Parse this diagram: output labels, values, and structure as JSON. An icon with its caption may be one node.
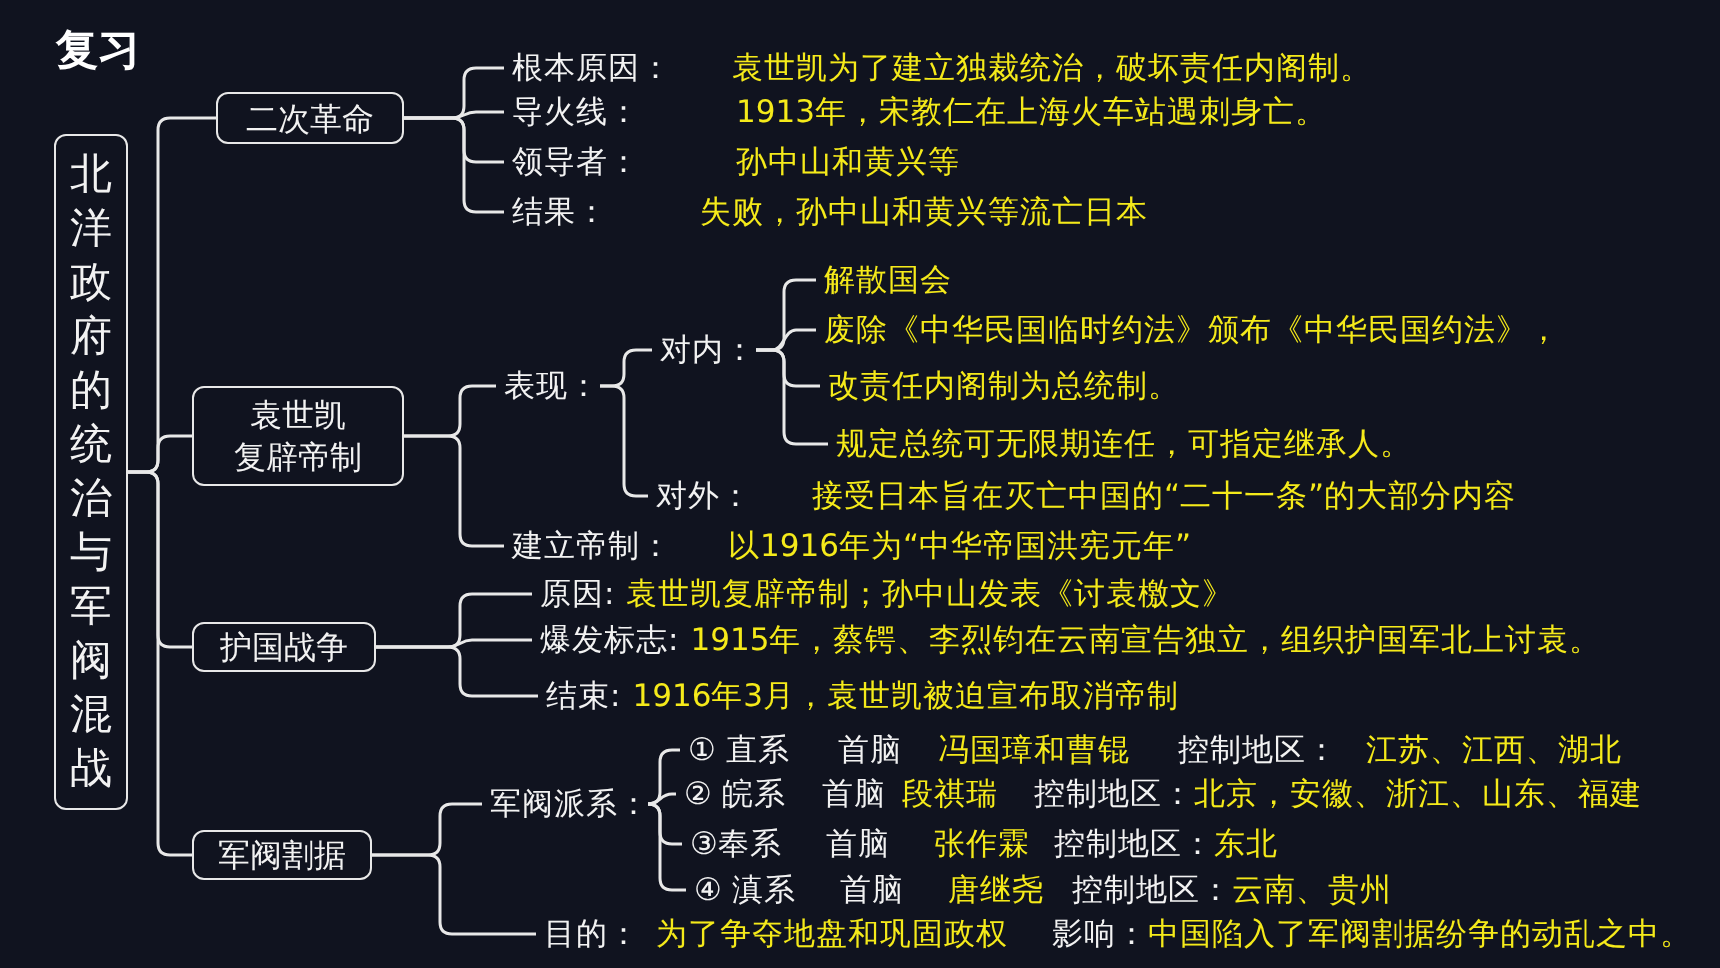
{
  "diagram": {
    "title": "复习",
    "nodes": [
      {
        "text": [
          "北洋政府的统治与军阀混战"
        ]
      },
      {
        "text": [
          "二次革命"
        ]
      },
      {
        "text": [
          "根本原因："
        ],
        "beside": [
          "袁世凯为了建立独裁统治，破坏责任内阁制。"
        ]
      },
      {
        "text": [
          "导火线："
        ],
        "beside": [
          "1913年，宋教仁在上海火车站遇刺身亡。"
        ]
      },
      {
        "text": [
          "领导者："
        ],
        "beside": [
          "孙中山和黄兴等"
        ]
      },
      {
        "text": [
          "结果："
        ],
        "beside": [
          "失败，孙中山和黄兴等流亡日本"
        ]
      },
      {
        "text": [
          "袁世凯复辟帝制"
        ]
      },
      {
        "text": [
          "表现："
        ]
      },
      {
        "text": [
          "对内："
        ]
      },
      {
        "text": [
          "解散国会"
        ]
      },
      {
        "text": [
          "废除《中华民国临时约法》颁布《中华民国约法》，"
        ]
      },
      {
        "text": [
          "改责任内阁制为总统制。"
        ]
      },
      {
        "text": [
          "规定总统可无限期连任，可指定继承人。"
        ]
      },
      {
        "text": [
          "对外："
        ],
        "beside": [
          "接受日本旨在灭亡中国的“二十一条”的大部分内容"
        ]
      },
      {
        "text": [
          "建立帝制："
        ],
        "beside": [
          "以1916年为“中华帝国洪宪元年”"
        ]
      },
      {
        "text": [
          "护国战争"
        ]
      },
      {
        "text": [
          "原因:"
        ],
        "beside": [
          "袁世凯复辟帝制；孙中山发表《讨袁檄文》"
        ]
      },
      {
        "text": [
          "爆发标志:"
        ],
        "beside": [
          "1915年，蔡锷、李烈钧在云南宣告独立，组织护国军北上讨袁。"
        ]
      },
      {
        "text": [
          "结束:"
        ],
        "beside": [
          "1916年3月，袁世凯被迫宣布取消帝制"
        ]
      },
      {
        "text": [
          "军阀割据"
        ]
      },
      {
        "text": [
          "军阀派系："
        ]
      },
      {
        "text": [
          "① 直系"
        ],
        "beside": [
          "首脑",
          "冯国璋和曹锟",
          "控制地区：",
          "江苏、江西、湖北"
        ]
      },
      {
        "text": [
          "② 皖系"
        ],
        "beside": [
          "首脑",
          "段祺瑞",
          "控制地区：",
          "北京，安徽、浙江、山东、福建"
        ]
      },
      {
        "text": [
          "③奉系"
        ],
        "beside": [
          "首脑",
          "张作霖",
          "控制地区：",
          "东北"
        ]
      },
      {
        "text": [
          "④ 滇系"
        ],
        "beside": [
          "首脑",
          "唐继尧",
          "控制地区：",
          "云南、贵州"
        ]
      },
      {
        "text": [
          "目的："
        ],
        "beside": [
          "为了争夺地盘和巩固政权",
          "影响：",
          "中国陷入了军阀割据纷争的动乱之中。"
        ]
      }
    ],
    "edges": [
      {
        "from": 0,
        "to": 1,
        "arrow": "none"
      },
      {
        "from": 0,
        "to": 6,
        "arrow": "none"
      },
      {
        "from": 0,
        "to": 15,
        "arrow": "none"
      },
      {
        "from": 0,
        "to": 19,
        "arrow": "none"
      },
      {
        "from": 1,
        "to": 2,
        "arrow": "none"
      },
      {
        "from": 1,
        "to": 3,
        "arrow": "none"
      },
      {
        "from": 1,
        "to": 4,
        "arrow": "none"
      },
      {
        "from": 1,
        "to": 5,
        "arrow": "none"
      },
      {
        "from": 6,
        "to": 7,
        "arrow": "none"
      },
      {
        "from": 6,
        "to": 14,
        "arrow": "none"
      },
      {
        "from": 7,
        "to": 8,
        "arrow": "none"
      },
      {
        "from": 7,
        "to": 13,
        "arrow": "none"
      },
      {
        "from": 8,
        "to": 9,
        "arrow": "none"
      },
      {
        "from": 8,
        "to": 10,
        "arrow": "none"
      },
      {
        "from": 8,
        "to": 11,
        "arrow": "none"
      },
      {
        "from": 8,
        "to": 12,
        "arrow": "none"
      },
      {
        "from": 15,
        "to": 16,
        "arrow": "none"
      },
      {
        "from": 15,
        "to": 17,
        "arrow": "none"
      },
      {
        "from": 15,
        "to": 18,
        "arrow": "none"
      },
      {
        "from": 19,
        "to": 20,
        "arrow": "none"
      },
      {
        "from": 19,
        "to": 25,
        "arrow": "none"
      },
      {
        "from": 20,
        "to": 21,
        "arrow": "none"
      },
      {
        "from": 20,
        "to": 22,
        "arrow": "none"
      },
      {
        "from": 20,
        "to": 23,
        "arrow": "none"
      },
      {
        "from": 20,
        "to": 24,
        "arrow": "none"
      }
    ]
  }
}
